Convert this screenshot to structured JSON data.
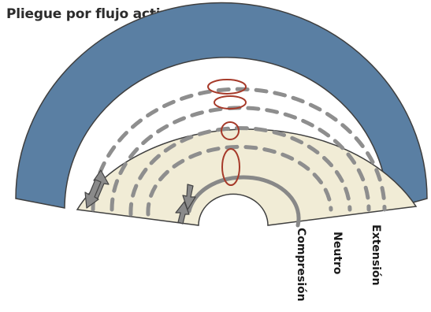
{
  "title": "Pliegue por flujo activo",
  "labels": {
    "compression": "Compresión",
    "neutral": "Neutro",
    "extension": "Extensión"
  },
  "colors": {
    "outer_layer": "#5a7fa3",
    "inner_layer": "#f1ecd6",
    "dashes": "#8e8e8e",
    "solid_line": "#888888",
    "ellipses": "#a63a2a",
    "arrows": "#8a8a8a"
  }
}
